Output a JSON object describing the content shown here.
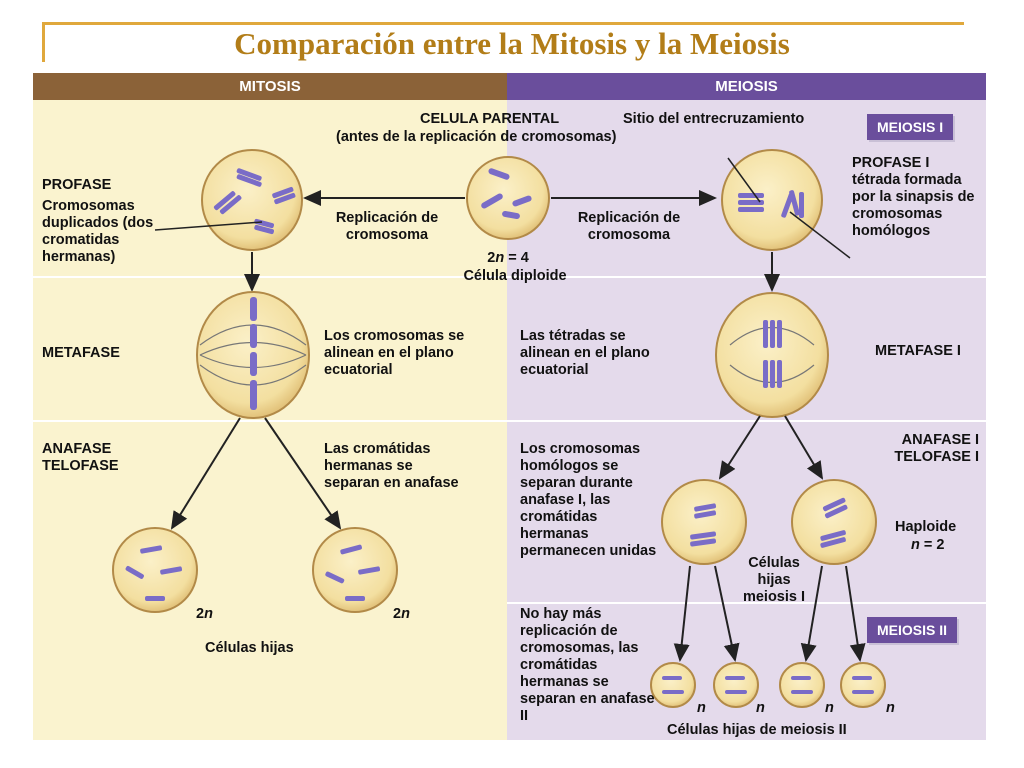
{
  "title": "Comparación entre la Mitosis y la Meiosis",
  "columns": {
    "mitosis": "MITOSIS",
    "meiosis": "MEIOSIS"
  },
  "badges": {
    "meiosis1": "MEIOSIS I",
    "meiosis2": "MEIOSIS II"
  },
  "parent": {
    "title": "CELULA PARENTAL",
    "subtitle": "(antes de la replicación de cromosomas)",
    "crossover": "Sitio del entrecruzamiento",
    "ploidy": "2n = 4",
    "diploid": "Célula diploide"
  },
  "replication_left": "Replicación de cromosoma",
  "replication_right": "Replicación de cromosoma",
  "mitosis": {
    "prophase": "PROFASE",
    "prophase_desc": "Cromosomas duplicados (dos cromatidas hermanas)",
    "metaphase": "METAFASE",
    "metaphase_desc": "Los cromosomas se alinean en el plano ecuatorial",
    "anaphase": "ANAFASE TELOFASE",
    "anaphase_desc": "Las cromátidas hermanas se separan en anafase",
    "daughter_left": "2n",
    "daughter_right": "2n",
    "daughters": "Células hijas"
  },
  "meiosis": {
    "prophase": "PROFASE I",
    "prophase_desc": "tétrada formada por la sinapsis de cromosomas homólogos",
    "metaphase_desc": "Las tétradas se alinean en el plano ecuatorial",
    "metaphase": "METAFASE I",
    "anaphase_desc": "Los cromosomas homólogos se separan durante anafase I, las cromátidas hermanas permanecen unidas",
    "anaphase": "ANAFASE I TELOFASE I",
    "haploid": "Haploide",
    "haploid_n": "n = 2",
    "cells_meiosis1": "Células hijas meiosis I",
    "meiosis2_desc": "No hay más replicación de cromosomas, las cromátidas hermanas se separan en anafase II",
    "n_labels": [
      "n",
      "n",
      "n",
      "n"
    ],
    "cells_meiosis2": "Células hijas de meiosis II"
  },
  "colors": {
    "mitosis_header": "#8b6238",
    "meiosis_header": "#6a4e9c",
    "mitosis_panel": "#faf3cf",
    "meiosis_panel": "#e4daeb",
    "cell_fill": "#f3dfa0",
    "chromosome": "#7a6cc7",
    "title": "#b27d18"
  }
}
